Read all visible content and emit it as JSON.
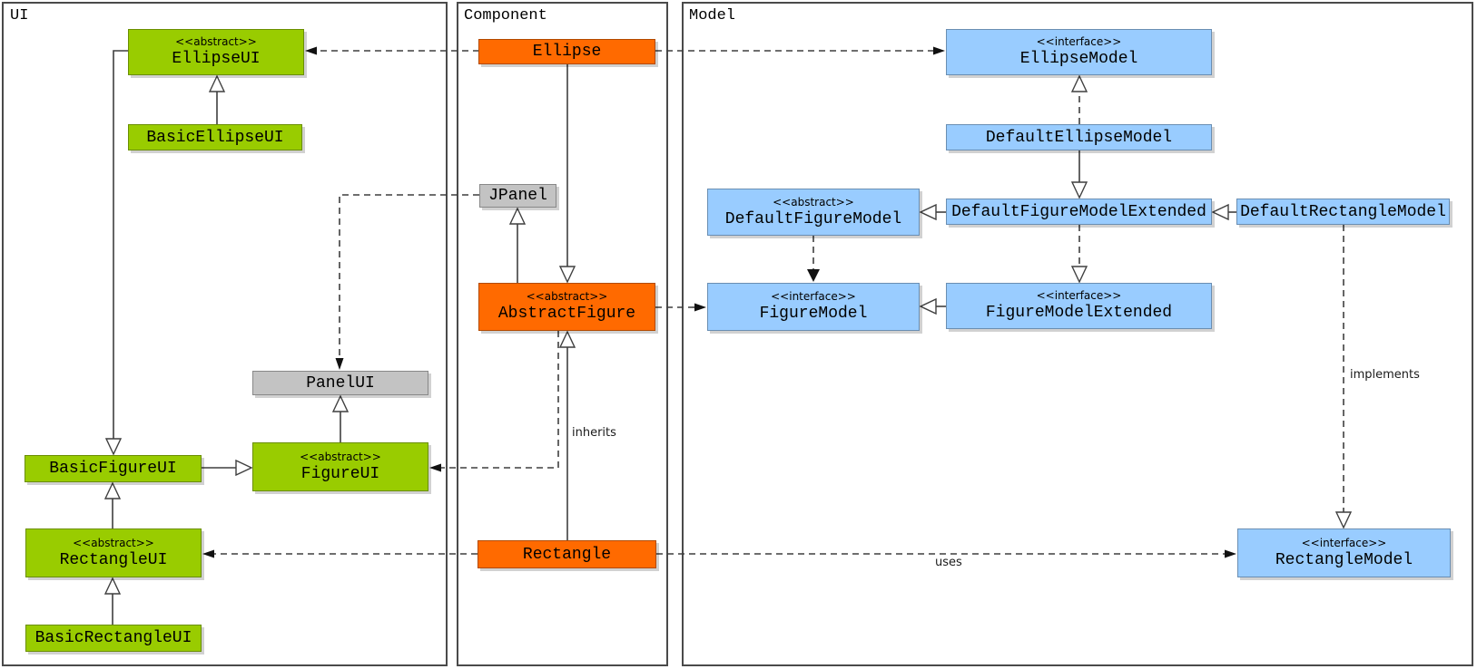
{
  "packages": {
    "ui": {
      "label": "UI"
    },
    "component": {
      "label": "Component"
    },
    "model": {
      "label": "Model"
    }
  },
  "classes": {
    "ellipse_ui": {
      "stereotype": "<<abstract>>",
      "name": "EllipseUI"
    },
    "basic_ellipse_ui": {
      "name": "BasicEllipseUI"
    },
    "basic_figure_ui": {
      "name": "BasicFigureUI"
    },
    "figure_ui": {
      "stereotype": "<<abstract>>",
      "name": "FigureUI"
    },
    "rectangle_ui": {
      "stereotype": "<<abstract>>",
      "name": "RectangleUI"
    },
    "basic_rectangle_ui": {
      "name": "BasicRectangleUI"
    },
    "panel_ui": {
      "name": "PanelUI"
    },
    "jpanel": {
      "name": "JPanel"
    },
    "ellipse": {
      "name": "Ellipse"
    },
    "abstract_figure": {
      "stereotype": "<<abstract>>",
      "name": "AbstractFigure"
    },
    "rectangle": {
      "name": "Rectangle"
    },
    "ellipse_model": {
      "stereotype": "<<interface>>",
      "name": "EllipseModel"
    },
    "default_ellipse_model": {
      "name": "DefaultEllipseModel"
    },
    "default_figure_model": {
      "stereotype": "<<abstract>>",
      "name": "DefaultFigureModel"
    },
    "default_figure_model_extended": {
      "name": "DefaultFigureModelExtended"
    },
    "default_rectangle_model": {
      "name": "DefaultRectangleModel"
    },
    "figure_model": {
      "stereotype": "<<interface>>",
      "name": "FigureModel"
    },
    "figure_model_extended": {
      "stereotype": "<<interface>>",
      "name": "FigureModelExtended"
    },
    "rectangle_model": {
      "stereotype": "<<interface>>",
      "name": "RectangleModel"
    }
  },
  "edge_labels": {
    "inherits": "inherits",
    "implements": "implements",
    "uses": "uses"
  },
  "colors": {
    "ui_class": "#99CC00",
    "component_class": "#FF6A00",
    "model_class": "#99CCFF",
    "swing_class": "#C3C3C3"
  }
}
